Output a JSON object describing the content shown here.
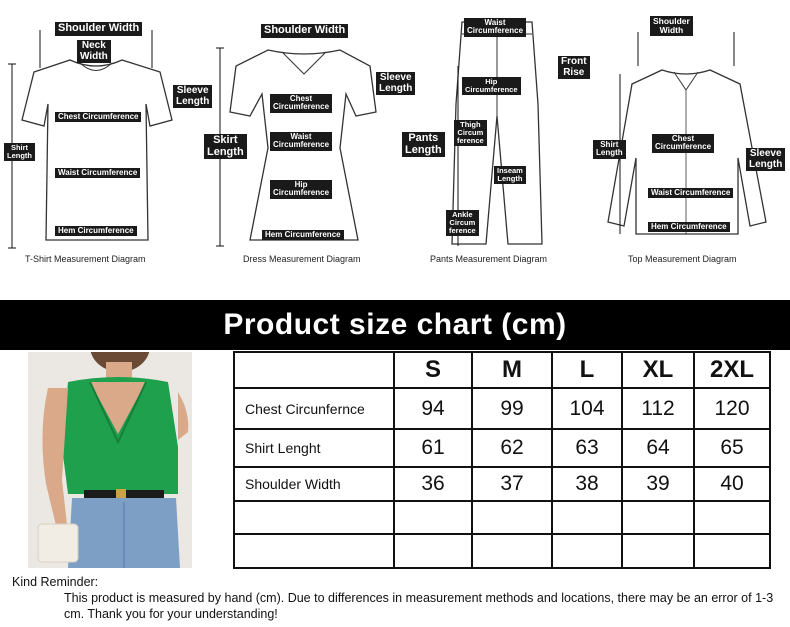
{
  "diagrams": [
    {
      "caption": "T-Shirt Measurement Diagram",
      "labels": {
        "shoulder": "Shoulder Width",
        "neck": "Neck\nWidth",
        "sleeve": "Sleeve\nLength",
        "length": "Shirt\nLength",
        "chest": "Chest Circumference",
        "waist": "Waist Circumference",
        "hem": "Hem Circumference"
      }
    },
    {
      "caption": "Dress Measurement Diagram",
      "labels": {
        "shoulder": "Shoulder Width",
        "sleeve": "Sleeve\nLength",
        "length": "Skirt\nLength",
        "chest": "Chest\nCircumference",
        "waist": "Waist\nCircumference",
        "hip": "Hip\nCircumference",
        "hem": "Hem Circumference"
      }
    },
    {
      "caption": "Pants Measurement Diagram",
      "labels": {
        "waist": "Waist\nCircumference",
        "front_rise": "Front\nRise",
        "hip": "Hip\nCircumference",
        "length": "Pants\nLength",
        "thigh": "Thigh\nCircum\nference",
        "inseam": "Inseam\nLength",
        "ankle": "Ankle\nCircum\nference"
      }
    },
    {
      "caption": "Top Measurement Diagram",
      "labels": {
        "shoulder": "Shoulder\nWidth",
        "length": "Shirt\nLength",
        "chest": "Chest\nCircumference",
        "sleeve": "Sleeve\nLength",
        "waist": "Waist Circumference",
        "hem": "Hem Circumference"
      }
    }
  ],
  "banner_title": "Product size chart  (cm)",
  "table": {
    "sizes": [
      "S",
      "M",
      "L",
      "XL",
      "2XL"
    ],
    "rows": [
      {
        "label": "Chest Circunfernce",
        "values": [
          "94",
          "99",
          "104",
          "112",
          "120"
        ]
      },
      {
        "label": "Shirt Lenght",
        "values": [
          "61",
          "62",
          "63",
          "64",
          "65"
        ]
      },
      {
        "label": "Shoulder Width",
        "values": [
          "36",
          "37",
          "38",
          "39",
          "40"
        ]
      },
      {
        "label": "",
        "values": [
          "",
          "",
          "",
          "",
          ""
        ]
      },
      {
        "label": "",
        "values": [
          "",
          "",
          "",
          "",
          ""
        ]
      }
    ]
  },
  "reminder": {
    "title": "Kind Reminder:",
    "text": "This product is measured by hand (cm). Due to differences in measurement methods and locations, there may be an error of 1-3 cm. Thank you for your understanding!"
  },
  "colors": {
    "banner": "#000000",
    "garment": "#1fa04c",
    "label_bg": "#1a1a1a"
  }
}
